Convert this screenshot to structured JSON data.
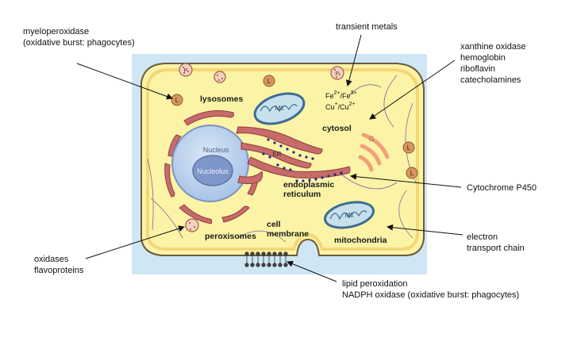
{
  "callouts": {
    "myeloperoxidase": "myeloperoxidase\n(oxidative burst: phagocytes)",
    "transient_metals": "transient metals",
    "xanthine_group": "xanthine oxidase\nhemoglobin\nriboflavin\ncatecholamines",
    "cytochrome": "Cytochrome P450",
    "electron_chain": "electron\ntransport chain",
    "oxidases": "oxidases\nflavoproteins",
    "lipid": "lipid peroxidation\nNADPH oxidase (oxidative burst: phagocytes)"
  },
  "cell_labels": {
    "lysosomes": "lysosomes",
    "cytosol": "cytosol",
    "endoplasmic": "endoplasmic\nreticulum",
    "peroxisomes": "peroxisomes",
    "membrane": "cell\nmembrane",
    "mitochondria": "mitochondria"
  },
  "small_labels": {
    "nucleus": "Nucleus",
    "nucleolus": "Nucleolus",
    "er": "ER",
    "mit": "Mit",
    "golgi": "G",
    "lysosome_marker": "L",
    "peroxisome_marker": "P"
  },
  "ions": {
    "fe2": "Fe",
    "fe2_charge": "2+",
    "fe3": "/Fe",
    "fe3_charge": "3+",
    "cu1": "Cu",
    "cu1_charge": "+",
    "cu2": "/Cu",
    "cu2_charge": "2+"
  },
  "colors": {
    "background_box": "#cfe6f5",
    "cytoplasm": "#fbf3a6",
    "nucleus_outer": "#a9c3e6",
    "nucleolus": "#7f96c9",
    "er": "#c86b6b",
    "mito_fill": "#c7e0ec"
  }
}
